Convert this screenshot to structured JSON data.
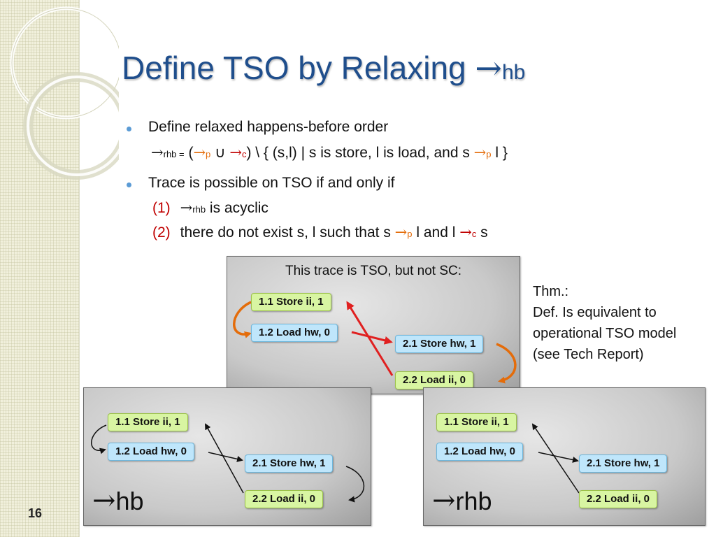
{
  "slide": {
    "title_main": "Define TSO by Relaxing ",
    "title_arrow": "→",
    "title_sub": "hb",
    "page_number": "16"
  },
  "bullets": {
    "b1": {
      "text": "Define relaxed happens-before order",
      "f_arrow": "→",
      "f_sub_rhb": "rhb =",
      "f_open": " (",
      "f_arrow_p": "→",
      "f_p": "p",
      "f_union": " ∪ ",
      "f_arrow_c": "→",
      "f_c": "c",
      "f_mid": ") \\ { (s,l) | s is store, l is load, and s ",
      "f_arrow_p2": "→",
      "f_p2": "p",
      "f_end": " l }"
    },
    "b2": {
      "text": "Trace is possible on TSO if and only if",
      "c1_num": "(1)",
      "c1_arrow": "→",
      "c1_sub": "rhb",
      "c1_text": " is acyclic",
      "c2_num": "(2)",
      "c2_text_a": "there do not exist s, l such that s ",
      "c2_arrow_p": "→",
      "c2_p": "p",
      "c2_text_b": " l and l ",
      "c2_arrow_c": "→",
      "c2_c": "c",
      "c2_text_c": " s"
    }
  },
  "top_panel": {
    "caption": "This trace is TSO, but not SC:",
    "nodes": {
      "n11": "1.1 Store ii, 1",
      "n12": "1.2 Load hw, 0",
      "n21": "2.1 Store hw, 1",
      "n22": "2.2 Load ii, 0"
    }
  },
  "left_panel": {
    "label_arrow": "→",
    "label": "hb",
    "nodes": {
      "n11": "1.1 Store ii, 1",
      "n12": "1.2 Load hw, 0",
      "n21": "2.1 Store hw, 1",
      "n22": "2.2 Load ii, 0"
    }
  },
  "right_panel": {
    "label_arrow": "→",
    "label": "rhb",
    "nodes": {
      "n11": "1.1 Store ii, 1",
      "n12": "1.2 Load hw, 0",
      "n21": "2.1 Store hw, 1",
      "n22": "2.2 Load ii, 0"
    }
  },
  "theorem": {
    "line1": "Thm.:",
    "line2": "Def.  Is equivalent to",
    "line3": "operational TSO model",
    "line4": "(see Tech Report)"
  },
  "colors": {
    "title": "#1f4e8c",
    "accent_red": "#c00000",
    "accent_orange": "#e46c0a",
    "bullet": "#5b9bd5"
  }
}
